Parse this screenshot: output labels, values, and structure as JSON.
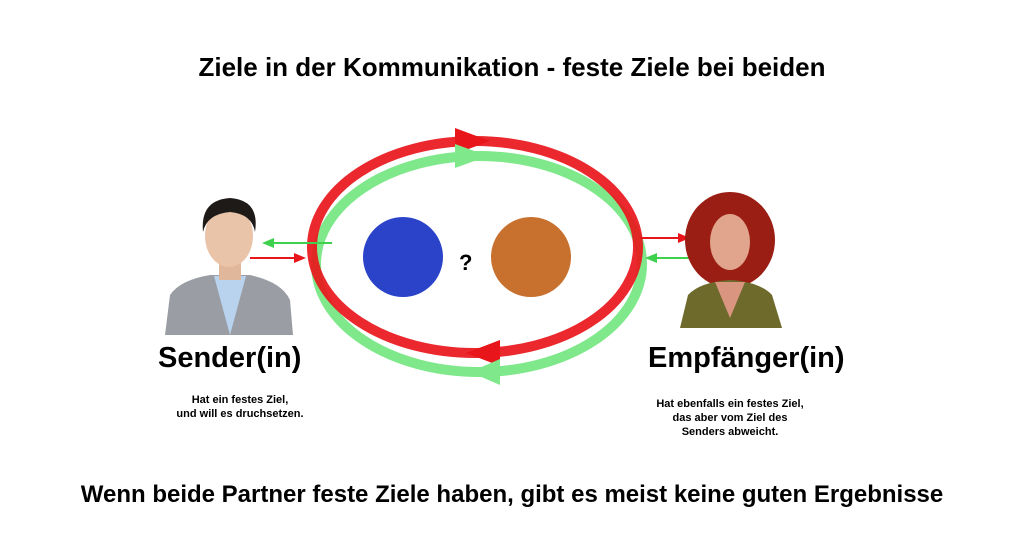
{
  "title": "Ziele in der Kommunikation - feste Ziele bei beiden",
  "sender": {
    "label": "Sender(in)",
    "desc_line1": "Hat ein festes Ziel,",
    "desc_line2": "und  will es druchsetzen."
  },
  "receiver": {
    "label": "Empfänger(in)",
    "desc_line1": "Hat ebenfalls ein festes Ziel,",
    "desc_line2": "das aber vom Ziel des",
    "desc_line3": "Senders abweicht."
  },
  "center_question": "?",
  "footer": "Wenn beide Partner feste Ziele haben, gibt es meist keine guten Ergebnisse",
  "colors": {
    "red": "#e8161b",
    "green": "#7ee88a",
    "blue": "#2a43c9",
    "orange": "#c8702e"
  }
}
